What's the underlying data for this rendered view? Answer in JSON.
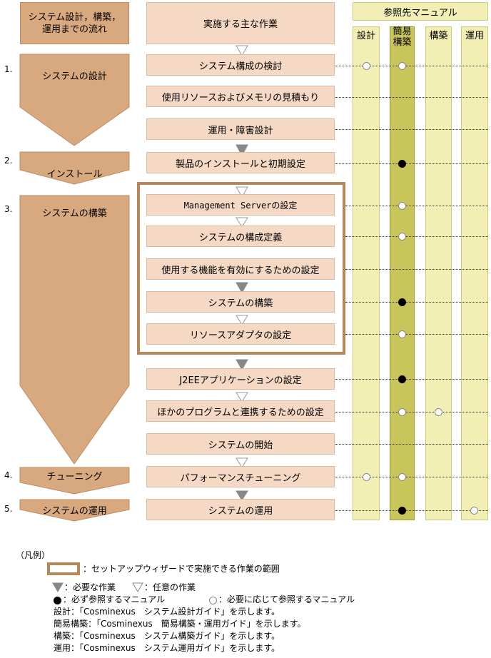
{
  "header": {
    "phase_title": "システム設計，構築，運用までの流れ",
    "task_title": "実施する主な作業",
    "ref_title": "参照先マニュアル"
  },
  "manual_columns": [
    {
      "id": "design",
      "label": "設計",
      "highlight": false
    },
    {
      "id": "simple",
      "label": "簡易構築",
      "highlight": true
    },
    {
      "id": "build",
      "label": "構築",
      "highlight": false
    },
    {
      "id": "ops",
      "label": "運用",
      "highlight": false
    }
  ],
  "phases": [
    {
      "number": "1.",
      "label": "システムの設計"
    },
    {
      "number": "2.",
      "label": "インストール"
    },
    {
      "number": "3.",
      "label": "システムの構築"
    },
    {
      "number": "4.",
      "label": "チューニング"
    },
    {
      "number": "5.",
      "label": "システムの運用"
    }
  ],
  "tasks": [
    {
      "label": "システム構成の検討",
      "arrow_before": "optional",
      "refs": {
        "design": "optional",
        "simple": "optional"
      }
    },
    {
      "label": "使用リソースおよびメモリの見積もり",
      "arrow_before": "none",
      "refs": {}
    },
    {
      "label": "運用・障害設計",
      "arrow_before": "none",
      "refs": {}
    },
    {
      "label": "製品のインストールと初期設定",
      "arrow_before": "required",
      "refs": {
        "simple": "required"
      }
    },
    {
      "label": "Management Serverの設定",
      "arrow_before": "optional",
      "refs": {
        "simple": "optional"
      }
    },
    {
      "label": "システムの構成定義",
      "arrow_before": "optional",
      "refs": {
        "simple": "optional"
      }
    },
    {
      "label": "使用する機能を有効にするための設定",
      "arrow_before": "none",
      "refs": {}
    },
    {
      "label": "システムの構築",
      "arrow_before": "required",
      "refs": {
        "simple": "required"
      }
    },
    {
      "label": "リソースアダプタの設定",
      "arrow_before": "optional",
      "refs": {
        "simple": "optional"
      }
    },
    {
      "label": "J2EEアプリケーションの設定",
      "arrow_before": "required",
      "refs": {
        "simple": "required"
      }
    },
    {
      "label": "ほかのプログラムと連携するための設定",
      "arrow_before": "optional",
      "refs": {
        "simple": "optional",
        "build": "optional"
      }
    },
    {
      "label": "システムの開始",
      "arrow_before": "none",
      "refs": {}
    },
    {
      "label": "パフォーマンスチューニング",
      "arrow_before": "optional",
      "refs": {
        "design": "optional",
        "simple": "optional"
      }
    },
    {
      "label": "システムの運用",
      "arrow_before": "required",
      "refs": {
        "simple": "required",
        "ops": "optional"
      }
    }
  ],
  "legend": {
    "title": "（凡例）",
    "wizard": "：セットアップウィザードで実施できる作業の範囲",
    "required_task": "：必要な作業",
    "optional_task": "：任意の作業",
    "required_manual": "：必ず参照するマニュアル",
    "optional_manual": "：必要に応じて参照するマニュアル",
    "notes": [
      "設計：「Cosminexus　システム設計ガイド」を示します。",
      "簡易構築：「Cosminexus　簡易構築・運用ガイド」を示します。",
      "構築：「Cosminexus　システム構築ガイド」を示します。",
      "運用：「Cosminexus　システム運用ガイド」を示します。"
    ]
  },
  "colors": {
    "phase": "#d8a97e",
    "task": "#f5d9c4",
    "manual_column": "#f2efb4",
    "manual_column_highlight": "#c8c55a",
    "wizard_frame": "#b68758"
  }
}
